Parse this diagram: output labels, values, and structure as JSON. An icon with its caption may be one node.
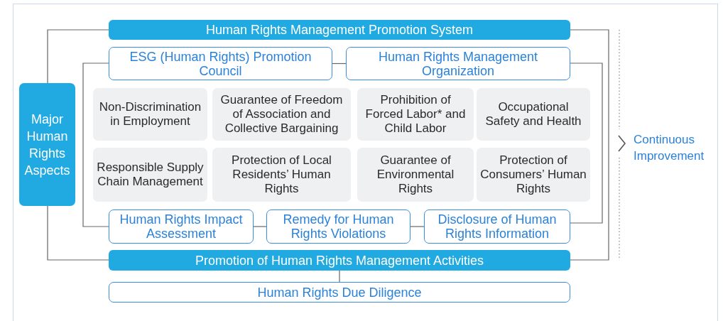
{
  "diagram": {
    "nodes": [
      {
        "text": [
          "Human Rights Management Promotion System"
        ]
      },
      {
        "text": [
          "ESG (Human Rights) Promotion Council"
        ]
      },
      {
        "text": [
          "Human Rights Management Organization"
        ]
      },
      {
        "text": [
          "Major Human Rights Aspects"
        ]
      },
      {
        "text": [
          "Non-Discrimination in Employment"
        ]
      },
      {
        "text": [
          "Guarantee of Freedom of Association and Collective Bargaining"
        ]
      },
      {
        "text": [
          "Prohibition of Forced Labor* and Child Labor"
        ]
      },
      {
        "text": [
          "Occupational Safety and Health"
        ]
      },
      {
        "text": [
          "Responsible Supply Chain Management"
        ]
      },
      {
        "text": [
          "Protection of Local Residents’ Human Rights"
        ]
      },
      {
        "text": [
          "Guarantee of Environmental Rights"
        ]
      },
      {
        "text": [
          "Protection of Consumers’ Human Rights"
        ]
      },
      {
        "text": [
          "Human Rights Impact Assessment"
        ]
      },
      {
        "text": [
          "Remedy for Human Rights Violations"
        ]
      },
      {
        "text": [
          "Disclosure of Human Rights Information"
        ]
      },
      {
        "text": [
          "Promotion of Human Rights Management Activities"
        ]
      },
      {
        "text": [
          "Human Rights Due Diligence"
        ]
      }
    ],
    "edges": [
      {
        "from": 0,
        "to": 3,
        "arrow": "none"
      },
      {
        "from": 3,
        "to": 15,
        "arrow": "none"
      },
      {
        "from": 0,
        "to": 15,
        "arrow": "none"
      },
      {
        "from": 1,
        "to": 2,
        "arrow": "none"
      },
      {
        "from": 1,
        "to": 12,
        "arrow": "none"
      },
      {
        "from": 2,
        "to": 14,
        "arrow": "none"
      },
      {
        "from": 12,
        "to": 13,
        "arrow": "none"
      },
      {
        "from": 13,
        "to": 14,
        "arrow": "none"
      },
      {
        "from": 15,
        "to": 16,
        "arrow": "none"
      }
    ],
    "labels": [
      "Continuous Improvement"
    ]
  }
}
